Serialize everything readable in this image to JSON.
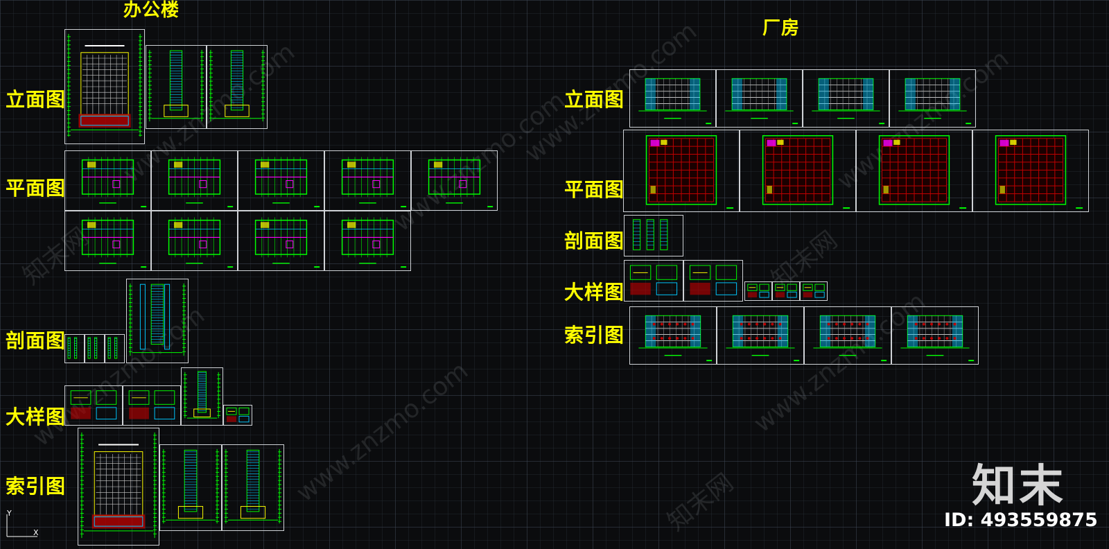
{
  "groups": {
    "office": {
      "title": "办公楼"
    },
    "factory": {
      "title": "厂房"
    }
  },
  "labels": {
    "elevation": "立面图",
    "plan": "平面图",
    "section": "剖面图",
    "detail": "大样图",
    "index": "索引图"
  },
  "watermarks": {
    "site": "www.znzmo.com",
    "brand": "知末网"
  },
  "brand": {
    "logo": "知末",
    "id_text": "ID: 493559875"
  },
  "ucs": {
    "y_axis": "Y",
    "x_axis": "X"
  },
  "colors": {
    "background": "#0b0c0e",
    "label": "#ffff00",
    "linework": "#00ff00",
    "accent_magenta": "#ff00ff",
    "accent_cyan": "#00c8ff",
    "accent_red": "#c00000",
    "sheet_border": "#cfd2d6"
  }
}
